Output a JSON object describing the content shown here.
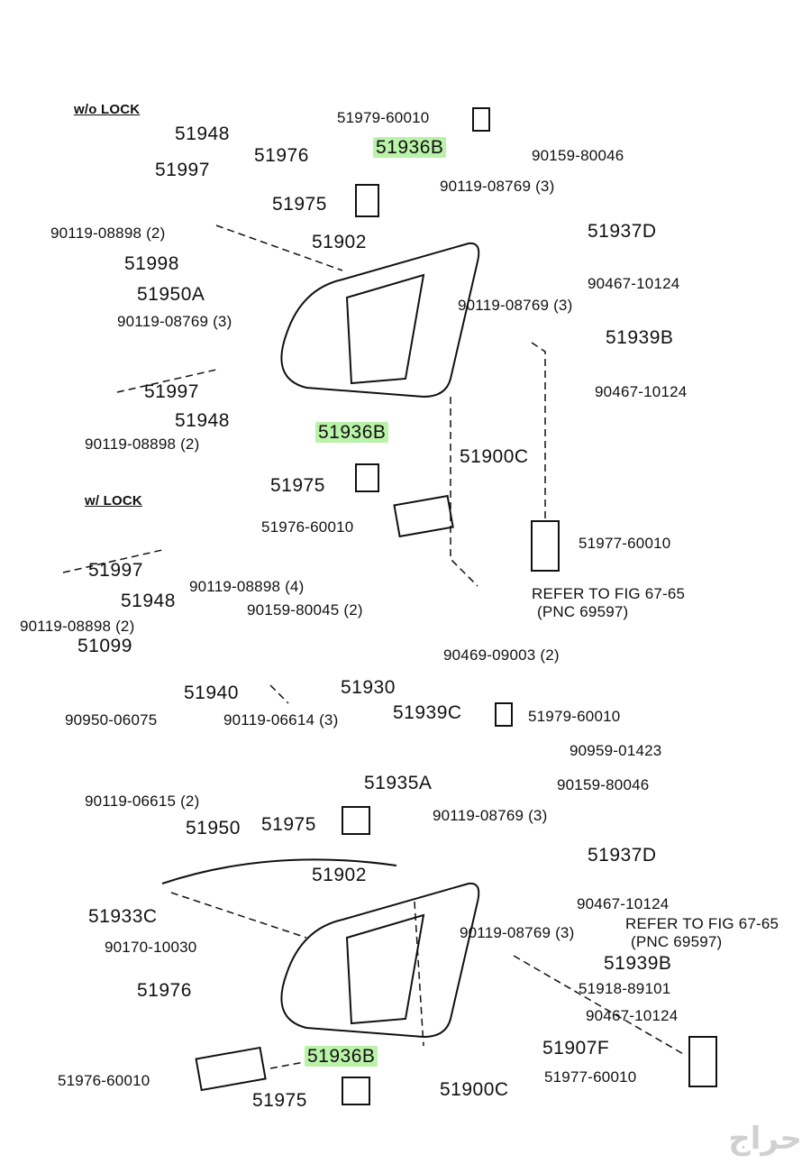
{
  "sections": {
    "top": "w/o LOCK",
    "bottom": "w/ LOCK"
  },
  "labels": [
    "51979-60010",
    "51936B",
    "51976",
    "90159-80046",
    "90119-08769 (3)",
    "51948",
    "51997",
    "51975",
    "90119-08898 (2)",
    "51937D",
    "51902",
    "51998",
    "90467-10124",
    "51950A",
    "90119-08769 (3)",
    "90119-08769 (3)",
    "51939B",
    "51997",
    "90467-10124",
    "51948",
    "90119-08898 (2)",
    "51936B",
    "51900C",
    "51975",
    "51976-60010",
    "51977-60010",
    "REFER TO FIG 67-65",
    "(PNC 69597)",
    "51997",
    "90119-08898 (4)",
    "51948",
    "90159-80045 (2)",
    "90119-08898 (2)",
    "51099",
    "90469-09003 (2)",
    "51930",
    "51940",
    "51939C",
    "51979-60010",
    "90950-06075",
    "90119-06614 (3)",
    "90959-01423",
    "51935A",
    "90159-80046",
    "90119-06615 (2)",
    "90119-08769 (3)",
    "51950",
    "51975",
    "51937D",
    "51902",
    "90467-10124",
    "51933C",
    "REFER TO FIG 67-65",
    "90119-08769 (3)",
    "(PNC 69597)",
    "90170-10030",
    "51939B",
    "51918-89101",
    "51976",
    "90467-10124",
    "51907F",
    "51936B",
    "51976-60010",
    "51977-60010",
    "51975",
    "51900C"
  ],
  "watermark": "حراج"
}
